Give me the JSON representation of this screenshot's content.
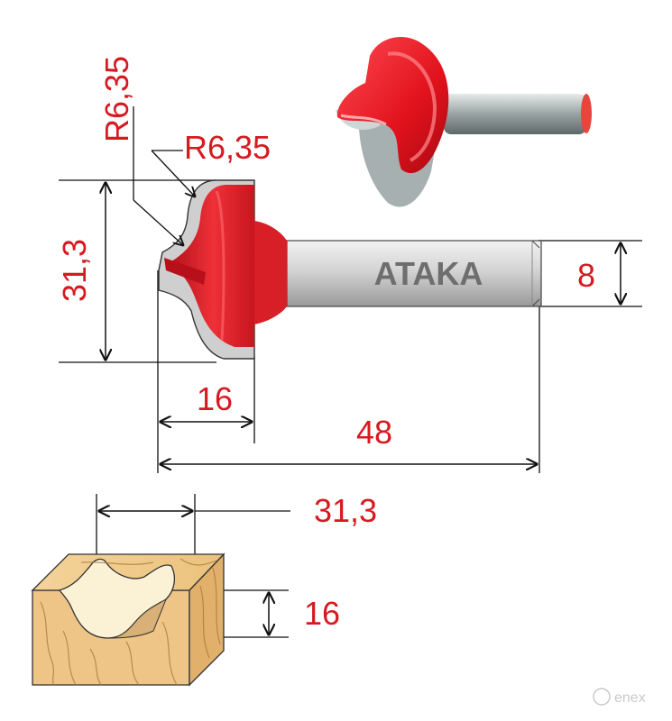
{
  "product": {
    "brand_label": "ATAKA"
  },
  "dimensions": {
    "radius_top": "R6,35",
    "radius_side": "R6,35",
    "cutting_height": "31,3",
    "shank_diameter": "8",
    "cutting_depth": "16",
    "total_length": "48"
  },
  "workpiece": {
    "profile_width": "31,3",
    "profile_depth": "16"
  },
  "watermark": {
    "text": "enex"
  },
  "colors": {
    "cutter_red": "#e0242b",
    "dimension_red": "#d71920",
    "steel_gray": "#c8c8c8",
    "wood": "#f2cd8f"
  }
}
